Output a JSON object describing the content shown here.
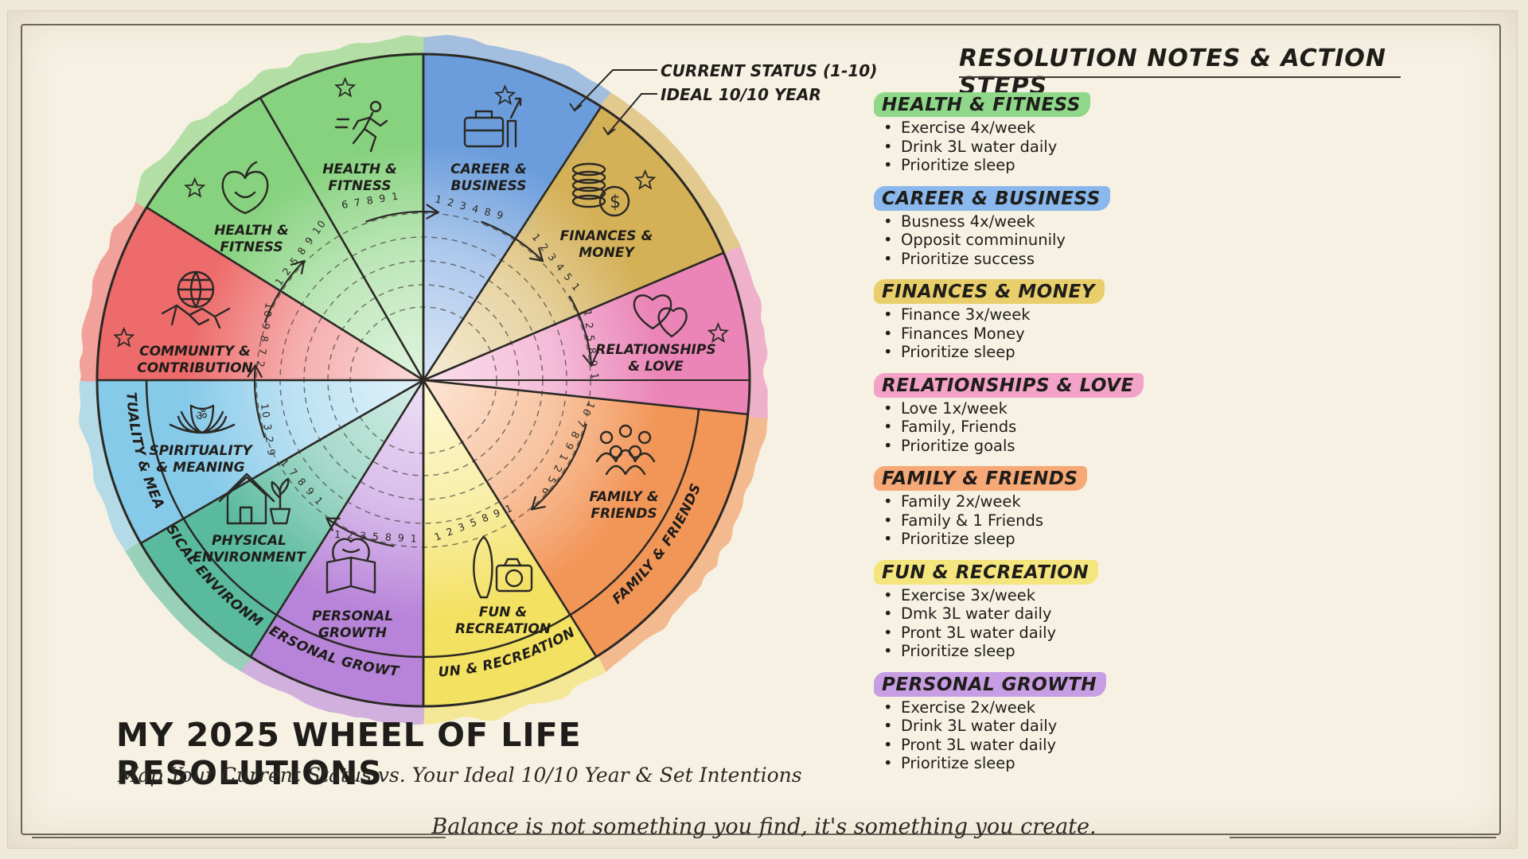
{
  "title": "MY 2025 WHEEL OF LIFE RESOLUTIONS",
  "subtitle": "Map Your Current Status vs. Your Ideal 10/10 Year & Set Intentions",
  "quote": "Balance is not something you find, it's something you create.",
  "legend": {
    "current": "CURRENT STATUS (1-10)",
    "ideal": "IDEAL 10/10 YEAR"
  },
  "colors": {
    "health": "#7ccf75",
    "career": "#5f95dc",
    "finances": "#d1a94a",
    "relationships": "#ea7bb5",
    "family": "#f28d4c",
    "fun": "#f3df55",
    "personal": "#b27ad8",
    "environment": "#4cb597",
    "spirituality": "#7cc6e9",
    "community": "#ec5f5f"
  },
  "wheel": {
    "segments": [
      {
        "label1": "HEALTH &",
        "label2": "FITNESS",
        "icon": "running-person-icon",
        "scale": "6 7 8 9 10",
        "rim": ""
      },
      {
        "label1": "CAREER &",
        "label2": "BUSINESS",
        "icon": "briefcase-growth-icon",
        "scale": "1 2 3 4 8 9 10",
        "rim": ""
      },
      {
        "label1": "FINANCES &",
        "label2": "MONEY",
        "icon": "coins-dollar-icon",
        "scale": "1 2 3 4 5 10",
        "rim": ""
      },
      {
        "label1": "RELATIONSHIPS",
        "label2": "& LOVE",
        "icon": "hearts-icon",
        "scale": "1 2 5 8 9 10",
        "rim": ""
      },
      {
        "label1": "FAMILY &",
        "label2": "FRIENDS",
        "icon": "family-group-icon",
        "scale": "10 7 8 9 1 2 5 6",
        "rim": "FAMILY & FRIENDS"
      },
      {
        "label1": "FUN &",
        "label2": "RECREATION",
        "icon": "surfboard-camera-icon",
        "scale": "1 2 3 5 8 9 10",
        "rim": "FUN & RECREATION"
      },
      {
        "label1": "PERSONAL",
        "label2": "GROWTH",
        "icon": "brain-book-icon",
        "scale": "1 2 3 5 8 9 10",
        "rim": "PERSONAL GROWTH"
      },
      {
        "label1": "PHYSICAL",
        "label2": "ENVIRONMENT",
        "icon": "house-plant-icon",
        "scale": "1 7 8 9 10",
        "rim": "PHYSICAL ENVIRONMENT"
      },
      {
        "label1": "SPIRITUALITY",
        "label2": "& MEANING",
        "icon": "lotus-om-icon",
        "scale": "10 3 2 9 10",
        "rim": "SPIRITUALITY & MEANING"
      },
      {
        "label1": "COMMUNITY &",
        "label2": "CONTRIBUTION",
        "icon": "globe-handshake-icon",
        "scale": "10 9 8 7 2 1",
        "rim": ""
      },
      {
        "label1": "HEALTH &",
        "label2": "FITNESS",
        "icon": "apple-heart-icon",
        "scale": "1 2 5 8 9 10",
        "rim": ""
      }
    ]
  },
  "notes": {
    "heading": "RESOLUTION NOTES & ACTION STEPS",
    "blocks": [
      {
        "title": "HEALTH & FITNESS",
        "color": "#8fd88a",
        "items": [
          "Exercise 4x/week",
          "Drink 3L water daily",
          "Prioritize sleep"
        ]
      },
      {
        "title": "CAREER & BUSINESS",
        "color": "#8ab7ec",
        "items": [
          "Busness 4x/week",
          "Opposit comminunily",
          "Prioritize success"
        ]
      },
      {
        "title": "FINANCES & MONEY",
        "color": "#e9cf6b",
        "items": [
          "Finance 3x/week",
          "Finances Money",
          "Prioritize sleep"
        ]
      },
      {
        "title": "RELATIONSHIPS & LOVE",
        "color": "#f3a2c8",
        "items": [
          "Love 1x/week",
          "Family, Friends",
          "Prioritize goals"
        ]
      },
      {
        "title": "FAMILY & FRIENDS",
        "color": "#f6a877",
        "items": [
          "Family 2x/week",
          "Family & 1 Friends",
          "Prioritize sleep"
        ]
      },
      {
        "title": "FUN & RECREATION",
        "color": "#f4e57e",
        "items": [
          "Exercise 3x/week",
          "Dmk 3L water daily",
          "Pront 3L water daily",
          "Prioritize sleep"
        ]
      },
      {
        "title": "PERSONAL GROWTH",
        "color": "#c79de3",
        "items": [
          "Exercise 2x/week",
          "Drink 3L water daily",
          "Pront 3L water daily",
          "Prioritize sleep"
        ]
      }
    ]
  }
}
